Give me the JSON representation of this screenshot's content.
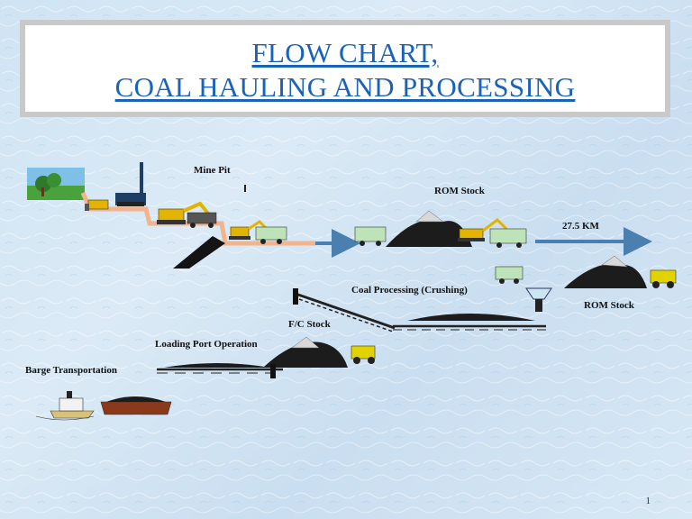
{
  "title": {
    "line1": "FLOW CHART,",
    "line2": "COAL HAULING AND PROCESSING"
  },
  "labels": {
    "mine_pit": "Mine Pit",
    "rom_stock_top": "ROM Stock",
    "distance": "27.5 KM",
    "coal_processing": "Coal Processing (Crushing)",
    "rom_stock_bottom": "ROM Stock",
    "fc_stock": "F/C Stock",
    "loading_port": "Loading Port Operation",
    "barge_transportation": "Barge Transportation"
  },
  "page_number": "1",
  "colors": {
    "title": "#1a63b8",
    "arrow": "#4a7fb0",
    "haul_road": "#f2b48a",
    "excavator": "#e2b400",
    "truck_body": "#bfe3b8",
    "coal": "#1c1c1c"
  }
}
